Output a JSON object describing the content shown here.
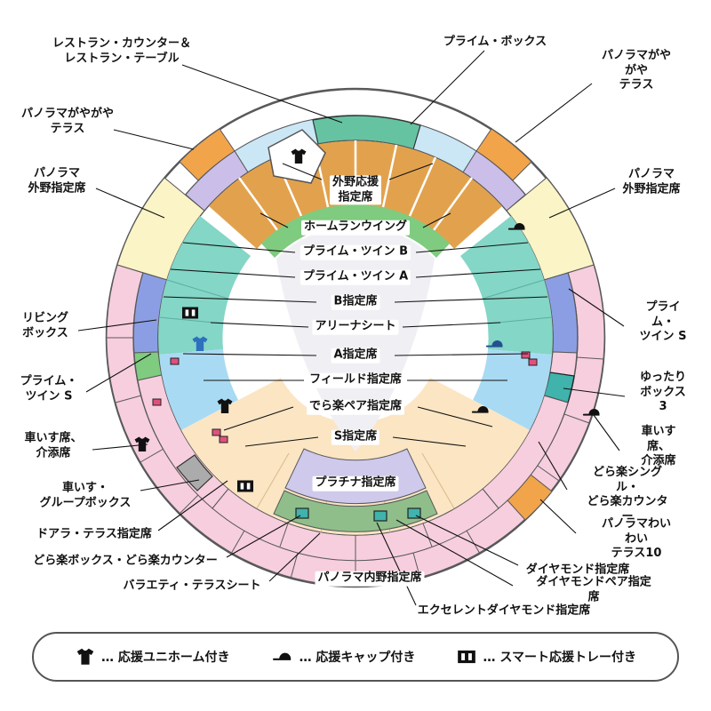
{
  "sections": {
    "restaurant": "レストラン・カウンター＆\nレストラン・テーブル",
    "prime_box": "プライム・ボックス",
    "panorama_gayagaya_right": "パノラマがやがや\nテラス",
    "panorama_gayagaya_left": "パノラマがやがや\nテラス",
    "panorama_outfield_left": "パノラマ\n外野指定席",
    "panorama_outfield_right": "パノラマ\n外野指定席",
    "outfield_cheer": "外野応援\n指定席",
    "homerun_wing": "ホームランウイング",
    "prime_twin_b": "プライム・ツイン B",
    "prime_twin_a": "プライム・ツイン A",
    "b_reserved": "B指定席",
    "arena_seat": "アリーナシート",
    "a_reserved": "A指定席",
    "field_reserved": "フィールド指定席",
    "deraraku_pair": "でら楽ペア指定席",
    "s_reserved": "S指定席",
    "platinum": "プラチナ指定席",
    "living_box": "リビング\nボックス",
    "prime_twin_s_left": "プライム・\nツイン S",
    "prime_twin_s_right": "プライム・\nツイン S",
    "yuttari_box3": "ゆったり\nボックス3",
    "wheelchair_left": "車いす席、\n介添席",
    "wheelchair_right": "車いす席、\n介添席",
    "wheelchair_group_box": "車いす・\nグループボックス",
    "doraraku_single": "どら楽シングル・\nどら楽カウンター",
    "doala_terrace": "ドアラ・テラス指定席",
    "panorama_waiwai": "パノラマわいわい\nテラス10",
    "doraraku_box": "どら楽ボックス・どら楽カウンター",
    "diamond": "ダイヤモンド指定席",
    "variety_terrace": "バラエティ・テラスシート",
    "panorama_infield": "パノラマ内野指定席",
    "diamond_pair": "ダイヤモンドペア指定席",
    "excellent_diamond": "エクセレントダイヤモンド指定席"
  },
  "legend": {
    "uniform": "… 応援ユニホーム付き",
    "cap": "… 応援キャップ付き",
    "tray": "… スマート応援トレー付き"
  },
  "colors": {
    "orange": "#F2A44A",
    "pink": "#F7CEDD",
    "cream": "#FBF4C6",
    "pale_blue": "#CBE7F6",
    "lavender": "#CBBFE9",
    "periwinkle": "#8C9EE3",
    "teal_bar": "#66C3A2",
    "seat_orange": "#E2A24D",
    "wing_green": "#7FCB7F",
    "teal": "#84D6C6",
    "light_blue": "#A9DAF3",
    "peach": "#FBE5C3",
    "platinum": "#CFC9EB",
    "infield_green": "#8FBE8B",
    "accent_red": "#E0507E",
    "box_teal": "#3FB3AC",
    "gray_box": "#ABABAB",
    "field_gray": "#F0EFF4"
  }
}
